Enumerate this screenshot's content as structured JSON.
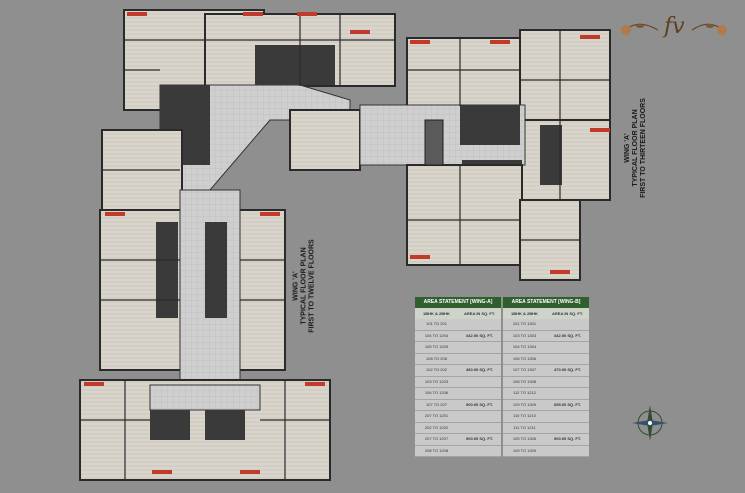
{
  "logo": {
    "text": "fv"
  },
  "wing_a": {
    "title": "WING 'A'",
    "line1": "TYPICAL FLOOR PLAN",
    "line2": "FIRST TO TWELVE FLOORS"
  },
  "wing_b": {
    "title": "WING 'A'",
    "line1": "TYPICAL FLOOR PLAN",
    "line2": "FIRST TO THIRTEEN FLOORS"
  },
  "table_a": {
    "title": "AREA STATEMENT [WING-A]",
    "col1": "1BHK & 2BHK",
    "col2": "AREA IN SQ. FT.",
    "rows": [
      {
        "flat": "101 TO 201",
        "area": ""
      },
      {
        "flat": "104 TO 1204",
        "area": ""
      },
      {
        "flat": "105 TO 1205",
        "area": ""
      },
      {
        "flat": "108 TO 208",
        "area": ""
      },
      {
        "flat": "102 TO 202",
        "area": ""
      },
      {
        "flat": "103 TO 1203",
        "area": ""
      },
      {
        "flat": "106 TO 1206",
        "area": ""
      },
      {
        "flat": "107 TO 207",
        "area": ""
      },
      {
        "flat": "207 TO 1201",
        "area": ""
      },
      {
        "flat": "202 TO 1202",
        "area": ""
      },
      {
        "flat": "207 TO 1207",
        "area": ""
      },
      {
        "flat": "208 TO 1208",
        "area": ""
      }
    ],
    "areas": [
      "442.00 SQ. FT.",
      "460.00 SQ. FT.",
      "900.00 SQ. FT.",
      "900.00 SQ. FT."
    ]
  },
  "table_b": {
    "title": "AREA STATEMENT [WING-B]",
    "col1": "1BHK & 2BHK",
    "col2": "AREA IN SQ. FT.",
    "rows": [
      {
        "flat": "101 TO 1301"
      },
      {
        "flat": "103 TO 1303"
      },
      {
        "flat": "104 TO 1304"
      },
      {
        "flat": "106 TO 1306"
      },
      {
        "flat": "107 TO 1307"
      },
      {
        "flat": "108 TO 1308"
      },
      {
        "flat": "112 TO 1212"
      },
      {
        "flat": "109 TO 1309"
      },
      {
        "flat": "110 TO 1210"
      },
      {
        "flat": "111 TO 1211"
      },
      {
        "flat": "105 TO 1305"
      },
      {
        "flat": "109 TO 1309"
      }
    ],
    "areas": [
      "442.00 SQ. FT.",
      "470.00 SQ. FT.",
      "695.00 SQ. FT.",
      "900.00 SQ. FT."
    ]
  }
}
